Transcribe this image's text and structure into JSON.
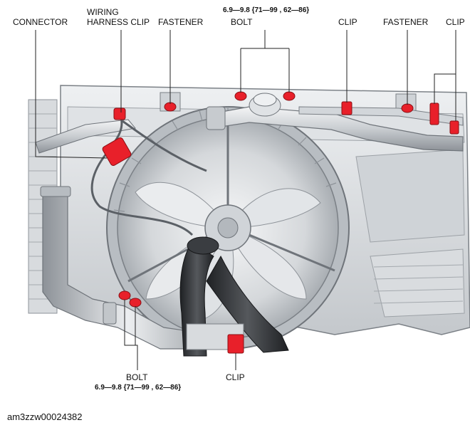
{
  "callouts": {
    "connector": "CONNECTOR",
    "wiring_harness_clip_line1": "WIRING",
    "wiring_harness_clip_line2": "HARNESS CLIP",
    "fastener_left": "FASTENER",
    "bolt_top": "BOLT",
    "torque_top": "6.9—9.8 {71—99 , 62—86}",
    "clip_top": "CLIP",
    "fastener_right": "FASTENER",
    "clip_right": "CLIP",
    "bolt_bottom": "BOLT",
    "torque_bottom": "6.9—9.8 {71—99 , 62—86}",
    "clip_bottom": "CLIP"
  },
  "document_id": "am3zzw00024382",
  "colors": {
    "highlight": "#e8202a",
    "metal_light": "#e4e6e8",
    "metal_mid": "#c3c7cb",
    "metal_dark": "#8e9399",
    "hose_dark": "#2d2f32",
    "leader": "#222222"
  }
}
